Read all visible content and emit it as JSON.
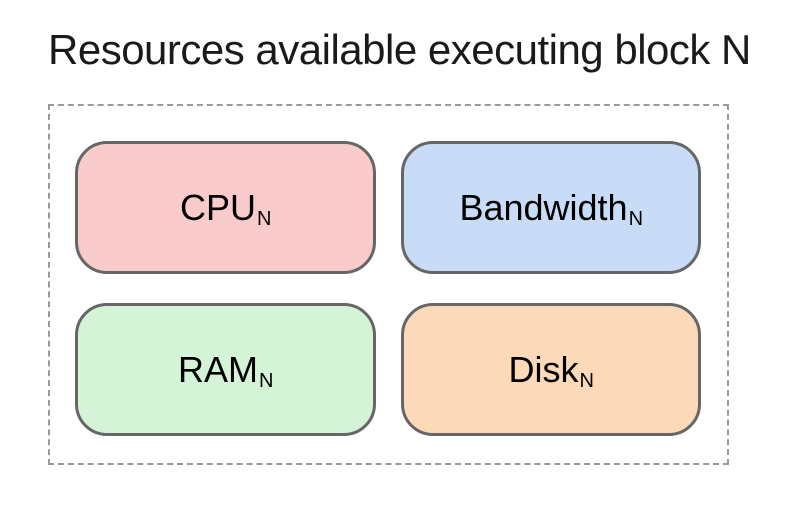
{
  "title": "Resources available executing block N",
  "diagram": {
    "container_border_color": "#999999",
    "box_border_color": "#666666",
    "boxes": [
      {
        "id": "cpu",
        "label": "CPU",
        "subscript": "N",
        "fill": "#f9cbcb"
      },
      {
        "id": "bandwidth",
        "label": "Bandwidth",
        "subscript": "N",
        "fill": "#c8dcf7"
      },
      {
        "id": "ram",
        "label": "RAM",
        "subscript": "N",
        "fill": "#d4f3d7"
      },
      {
        "id": "disk",
        "label": "Disk",
        "subscript": "N",
        "fill": "#fcd9b8"
      }
    ]
  }
}
